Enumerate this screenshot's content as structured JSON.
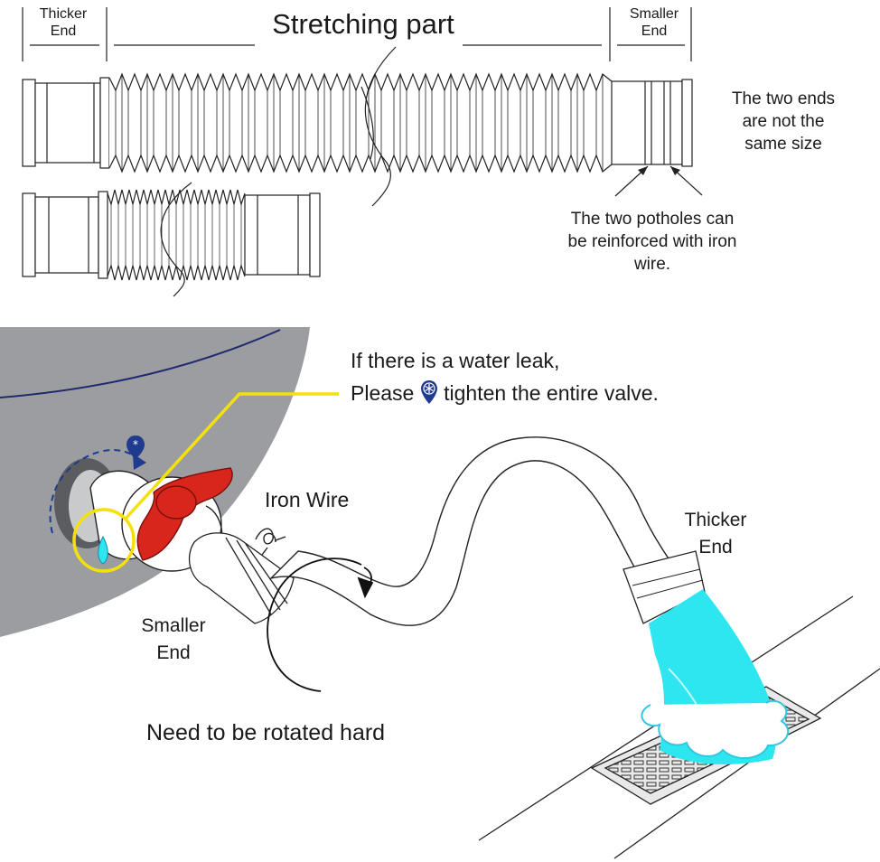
{
  "top": {
    "thicker_end": [
      "Thicker",
      "End"
    ],
    "stretching_part": "Stretching part",
    "smaller_end": [
      "Smaller",
      "End"
    ],
    "ends_note": [
      "The two ends",
      "are not the",
      "same size"
    ],
    "potholes_note": [
      "The two potholes can",
      "be reinforced with iron",
      "wire."
    ]
  },
  "bottom": {
    "leak_line1": "If there is a water leak,",
    "leak_line2_pre": "Please",
    "leak_line2_post": "tighten the entire valve.",
    "iron_wire": "Iron Wire",
    "thicker_end": [
      "Thicker",
      "End"
    ],
    "smaller_end": [
      "Smaller",
      "End"
    ],
    "rotate_note": "Need to be rotated hard"
  },
  "colors": {
    "tank": "#9b9da0",
    "valve_handle": "#d9261c",
    "highlight": "#f5e10a",
    "water": "#2ee6f0",
    "marker": "#1f3b8f",
    "line": "#1a1a1a"
  },
  "icons": [
    "tighten-marker-icon",
    "water-drop-icon",
    "rotate-arrow-icon"
  ]
}
